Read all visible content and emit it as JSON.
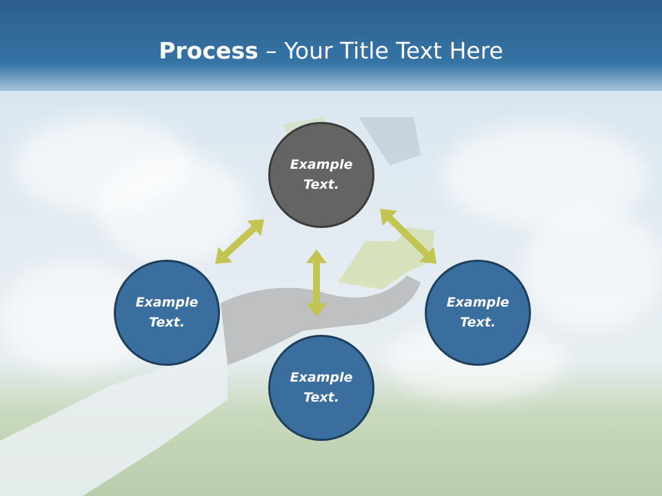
{
  "title": {
    "bold": "Process",
    "rest": " – Your Title Text Here"
  },
  "nodes": [
    {
      "text": "Example Text.",
      "color": "#646464"
    },
    {
      "text": "Example Text.",
      "color": "#3a6e9e"
    },
    {
      "text": "Example Text.",
      "color": "#3a6e9e"
    },
    {
      "text": "Example Text.",
      "color": "#3a6e9e"
    }
  ],
  "arrow_color": "#c2c552"
}
